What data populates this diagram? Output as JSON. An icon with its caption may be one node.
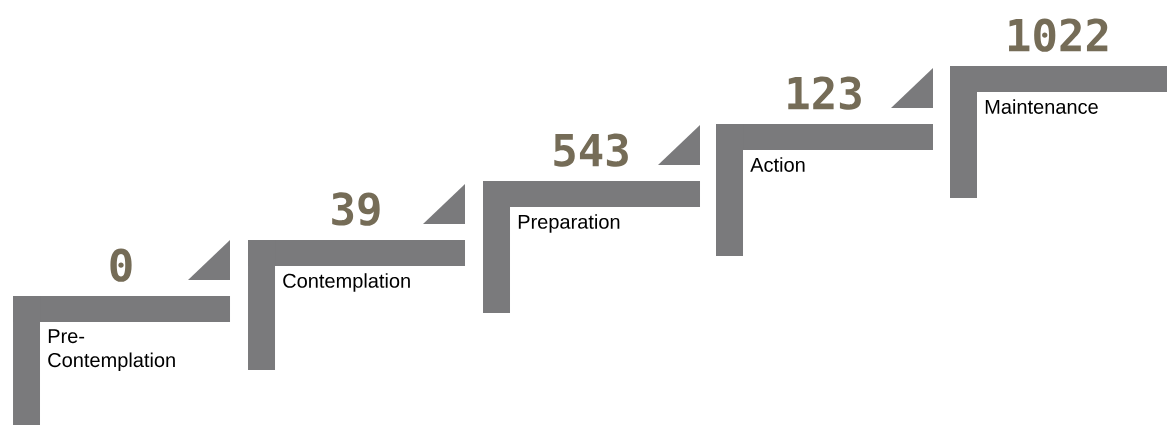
{
  "diagram": {
    "nodes": [
      {
        "text": [
          "Pre-Contemplation"
        ],
        "beside": [
          "0"
        ]
      },
      {
        "text": [
          "Contemplation"
        ],
        "beside": [
          "39"
        ]
      },
      {
        "text": [
          "Preparation"
        ],
        "beside": [
          "543"
        ]
      },
      {
        "text": [
          "Action"
        ],
        "beside": [
          "123"
        ]
      },
      {
        "text": [
          "Maintenance"
        ],
        "beside": [
          "1022"
        ]
      }
    ]
  }
}
